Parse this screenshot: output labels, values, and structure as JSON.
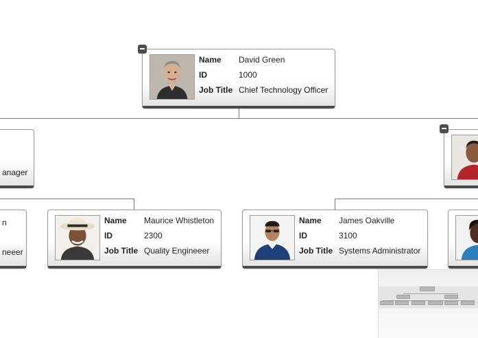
{
  "labels": {
    "name": "Name",
    "id": "ID",
    "job_title": "Job Title"
  },
  "root": {
    "name": "David Green",
    "id": "1000",
    "job_title": "Chief Technology Officer"
  },
  "left_manager_fragment": "anager",
  "left_child_fragments": {
    "name": "n",
    "job_title": "neeer"
  },
  "child_1": {
    "name": "Maurice Whistleton",
    "id": "2300",
    "job_title": "Quality Engineeer"
  },
  "child_2": {
    "name": "James Oakville",
    "id": "3100",
    "job_title": "Systems Administrator"
  },
  "icons": {
    "collapse": "collapse-minus-icon",
    "photo": "employee-photo"
  },
  "colors": {
    "connector": "#7a7a7a",
    "card_bottom": "#4a4a4a",
    "collapse_button": "#4d4d4d"
  }
}
